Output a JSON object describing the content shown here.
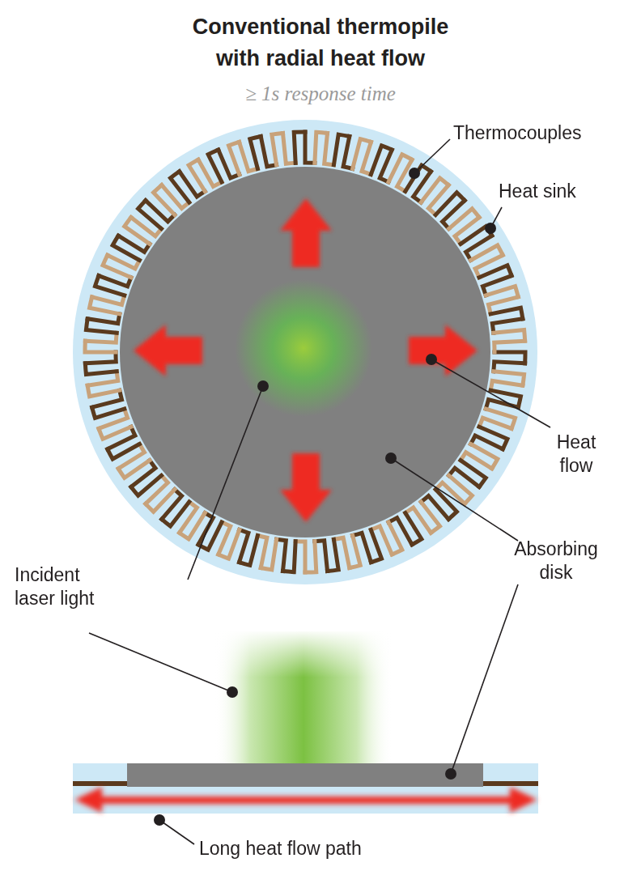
{
  "diagram": {
    "title": "Conventional thermopile with radial heat flow",
    "labels": [
      "≥ 1s response time",
      "Thermocouples",
      "Heat sink",
      "Heat flow",
      "Absorbing disk",
      "Incident laser light",
      "Long heat flow path"
    ]
  }
}
